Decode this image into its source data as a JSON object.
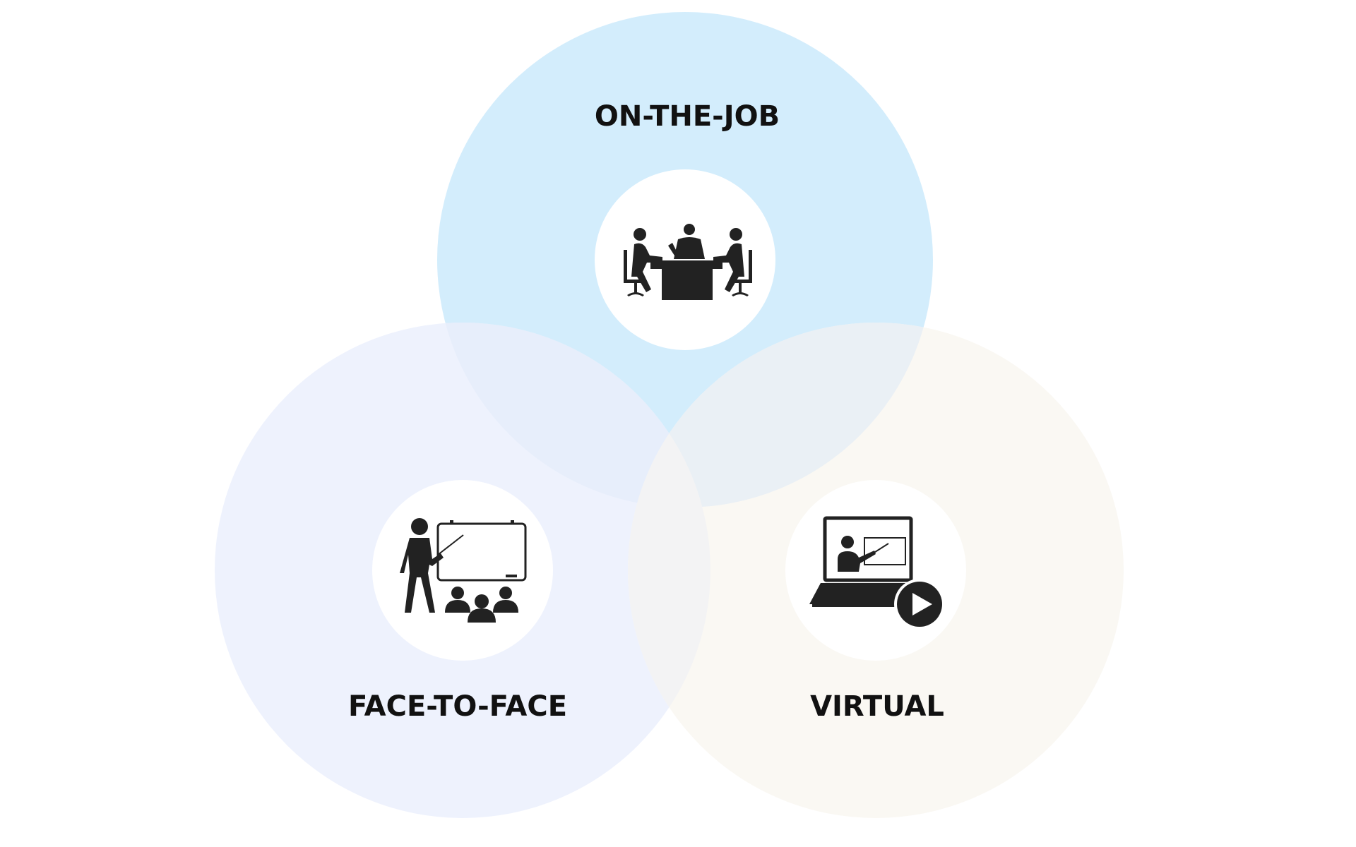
{
  "diagram": {
    "type": "venn",
    "sets": [
      {
        "id": "on-the-job",
        "label": "ON-THE-JOB",
        "color": "#d3edfc",
        "icon": "meeting-table-icon"
      },
      {
        "id": "face-to-face",
        "label": "FACE-TO-FACE",
        "color": "#eef2fd",
        "icon": "classroom-icon"
      },
      {
        "id": "virtual",
        "label": "VIRTUAL",
        "color": "#faf8f3",
        "icon": "laptop-video-icon"
      }
    ],
    "overlap_colors": {
      "top_left": "#e7eefb",
      "top_right": "#eaf0f5",
      "bottom": "#f3f3f4"
    },
    "icon_color": "#222222"
  }
}
